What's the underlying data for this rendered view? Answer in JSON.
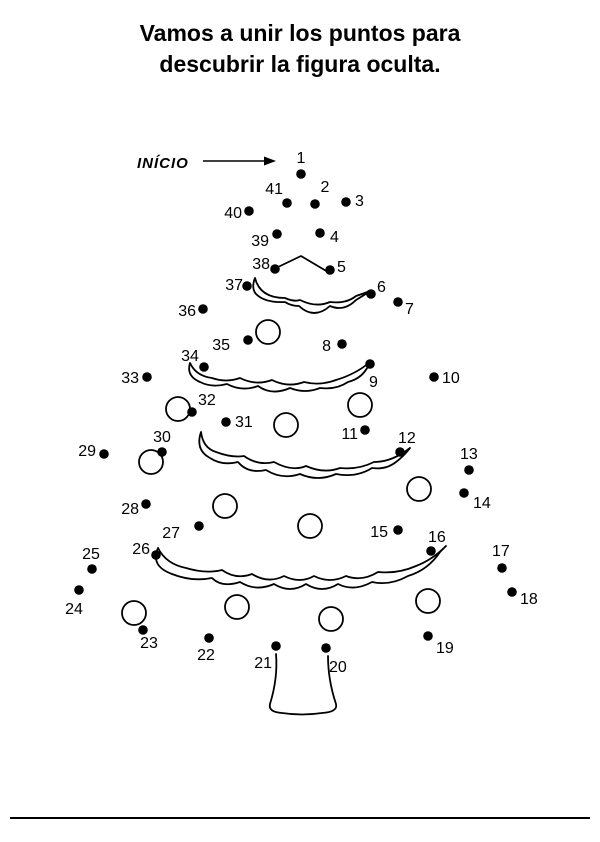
{
  "title": {
    "line1": "Vamos a unir los puntos para",
    "line2": "descubrir la figura oculta."
  },
  "start_label": "INÍCIO",
  "dots": [
    {
      "n": "1"
    },
    {
      "n": "2"
    },
    {
      "n": "3"
    },
    {
      "n": "4"
    },
    {
      "n": "5"
    },
    {
      "n": "6"
    },
    {
      "n": "7"
    },
    {
      "n": "8"
    },
    {
      "n": "9"
    },
    {
      "n": "10"
    },
    {
      "n": "11"
    },
    {
      "n": "12"
    },
    {
      "n": "13"
    },
    {
      "n": "14"
    },
    {
      "n": "15"
    },
    {
      "n": "16"
    },
    {
      "n": "17"
    },
    {
      "n": "18"
    },
    {
      "n": "19"
    },
    {
      "n": "20"
    },
    {
      "n": "21"
    },
    {
      "n": "22"
    },
    {
      "n": "23"
    },
    {
      "n": "24"
    },
    {
      "n": "25"
    },
    {
      "n": "26"
    },
    {
      "n": "27"
    },
    {
      "n": "28"
    },
    {
      "n": "29"
    },
    {
      "n": "30"
    },
    {
      "n": "31"
    },
    {
      "n": "32"
    },
    {
      "n": "33"
    },
    {
      "n": "34"
    },
    {
      "n": "35"
    },
    {
      "n": "36"
    },
    {
      "n": "37"
    },
    {
      "n": "38"
    },
    {
      "n": "39"
    },
    {
      "n": "40"
    },
    {
      "n": "41"
    }
  ],
  "colors": {
    "ink": "#000000",
    "paper": "#ffffff"
  }
}
